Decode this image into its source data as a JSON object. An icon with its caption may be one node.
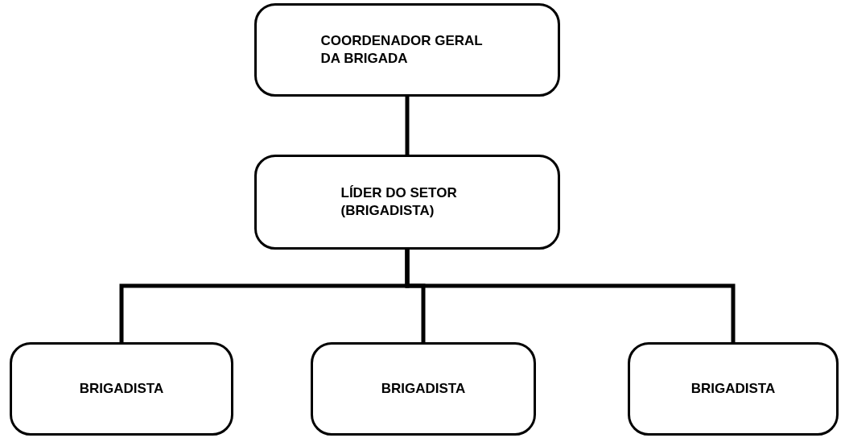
{
  "diagram": {
    "nodes": [
      {
        "text": [
          "COORDENADOR GERAL DA BRIGADA"
        ]
      },
      {
        "text": [
          "LÍDER DO SETOR (BRIGADISTA)"
        ]
      },
      {
        "text": [
          "BRIGADISTA"
        ]
      },
      {
        "text": [
          "BRIGADISTA"
        ]
      },
      {
        "text": [
          "BRIGADISTA"
        ]
      }
    ],
    "edges": [
      {
        "from": 0,
        "to": 1,
        "arrow": "none"
      },
      {
        "from": 1,
        "to": 2,
        "arrow": "none"
      },
      {
        "from": 1,
        "to": 3,
        "arrow": "none"
      },
      {
        "from": 1,
        "to": 4,
        "arrow": "none"
      }
    ]
  }
}
